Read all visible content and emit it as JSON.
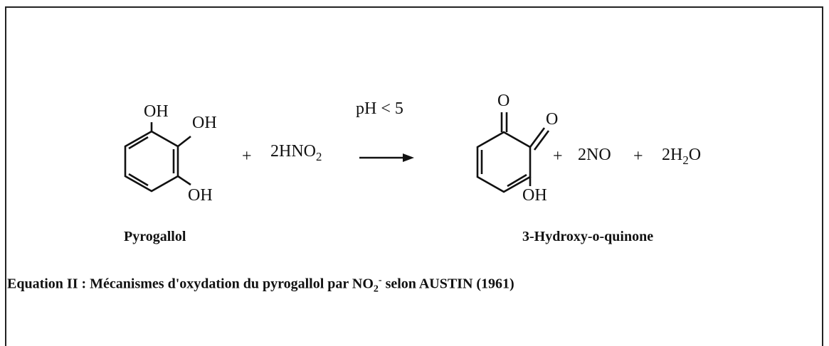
{
  "reaction": {
    "reactant1": {
      "name": "Pyrogallol",
      "substituents": [
        "OH",
        "OH",
        "OH"
      ]
    },
    "plus1": "+",
    "reagent": {
      "coef": "2HNO",
      "sub": "2"
    },
    "condition": "pH <  5",
    "product": {
      "name": "3-Hydroxy-o-quinone",
      "substituents": [
        "O",
        "O",
        "OH"
      ]
    },
    "byproducts": {
      "plus2": "+",
      "no": "2NO",
      "plus3": "+",
      "water_a": "2H",
      "water_sub": "2",
      "water_b": "O"
    }
  },
  "caption": {
    "prefix": "Equation II : Mécanismes d'oxydation du pyrogallol par  NO",
    "sub": "2",
    "sup": "-",
    "suffix": " selon AUSTIN (1961)"
  }
}
